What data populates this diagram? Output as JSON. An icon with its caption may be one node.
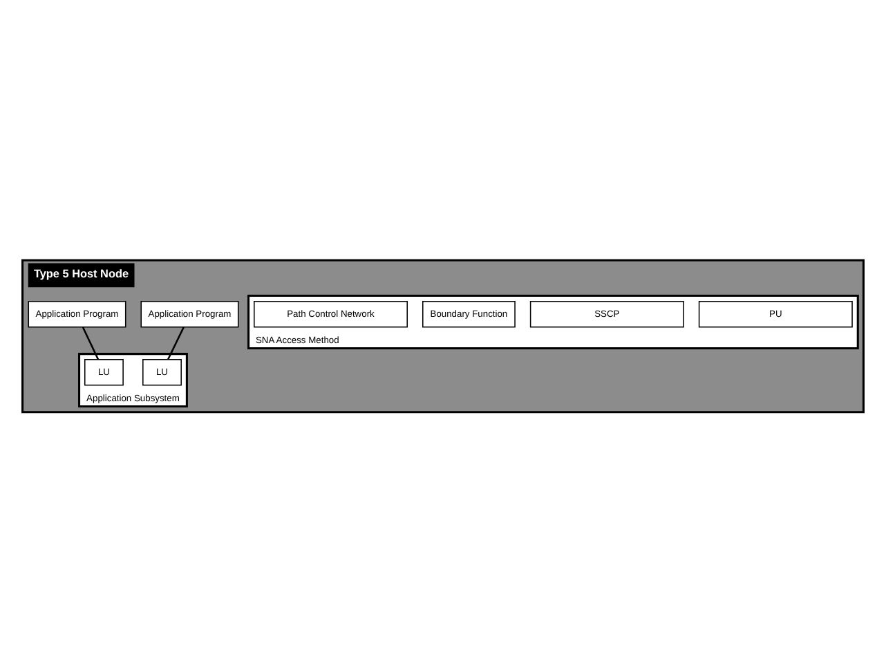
{
  "diagram": {
    "nodes": [
      {
        "text": [
          "Type 5 Host Node"
        ]
      },
      {
        "text": [
          "Application Program"
        ],
        "in": 0
      },
      {
        "text": [
          "Application Program"
        ],
        "in": 0
      },
      {
        "text": [
          "Application Subsystem"
        ],
        "in": 0
      },
      {
        "text": [
          "LU"
        ],
        "in": 3
      },
      {
        "text": [
          "LU"
        ],
        "in": 3
      },
      {
        "text": [
          "SNA Access Method"
        ],
        "in": 0
      },
      {
        "text": [
          "PU"
        ],
        "in": 6
      },
      {
        "text": [
          "SSCP"
        ],
        "in": 6
      },
      {
        "text": [
          "Boundary Function"
        ],
        "in": 6
      },
      {
        "text": [
          "Path Control Network"
        ],
        "in": 6
      }
    ],
    "edges": [
      {
        "from": 1,
        "to": 4,
        "arrow": "none"
      },
      {
        "from": 2,
        "to": 5,
        "arrow": "none"
      }
    ]
  }
}
